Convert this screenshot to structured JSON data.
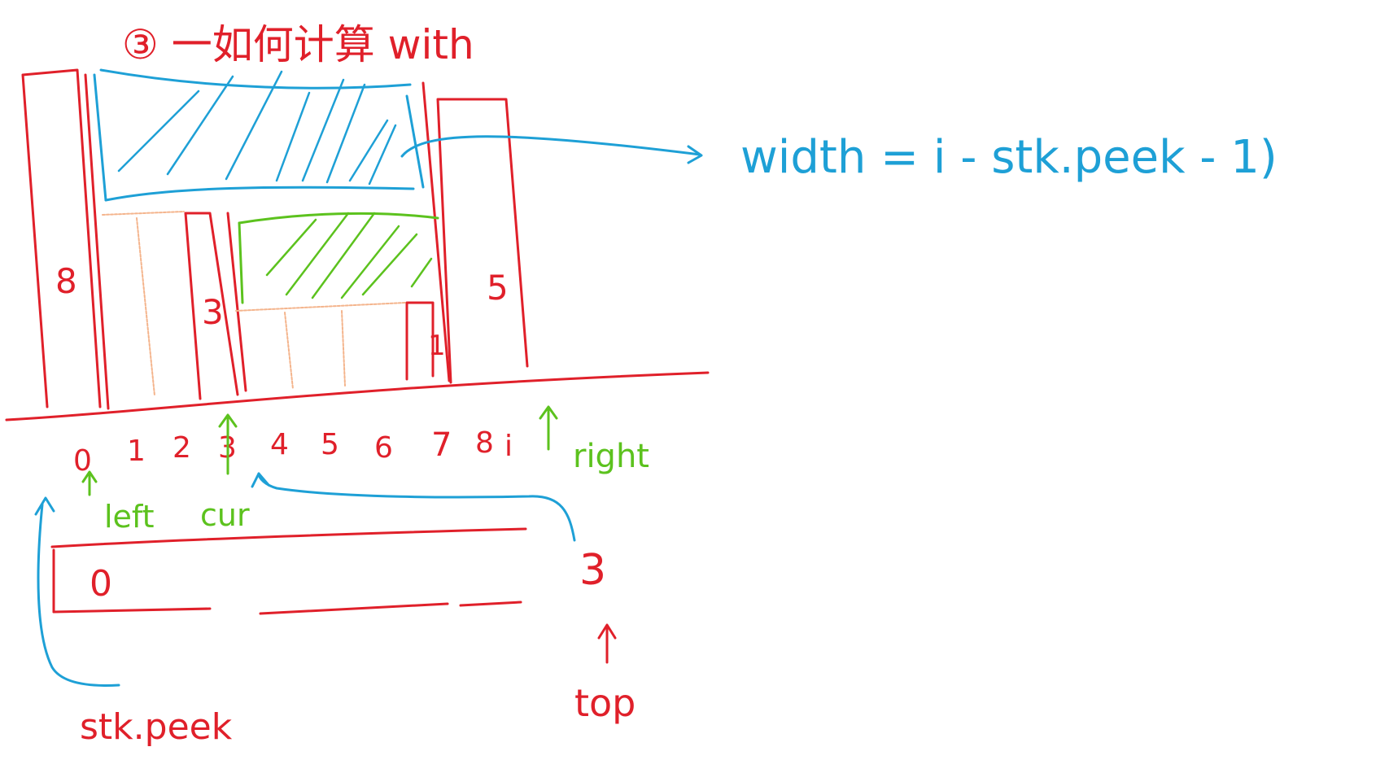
{
  "title": "③ 一如何计算 with",
  "formula": "width = i - stk.peek - 1)",
  "bar_heights": [
    "8",
    "3",
    "5",
    "1"
  ],
  "index_labels": [
    "0",
    "1",
    "2",
    "3",
    "4",
    "5",
    "6",
    "7",
    "8",
    "i"
  ],
  "pointer_labels": {
    "right": "right",
    "left": "left",
    "cur": "cur"
  },
  "stack": {
    "bottom_value": "0",
    "top_value": "3",
    "top_label": "top",
    "peek_label": "stk.peek"
  },
  "colors": {
    "bars": "#e0202a",
    "width_area": "#1ea0d6",
    "height_area": "#5cc21e",
    "guide_lines": "#f4b48c"
  }
}
